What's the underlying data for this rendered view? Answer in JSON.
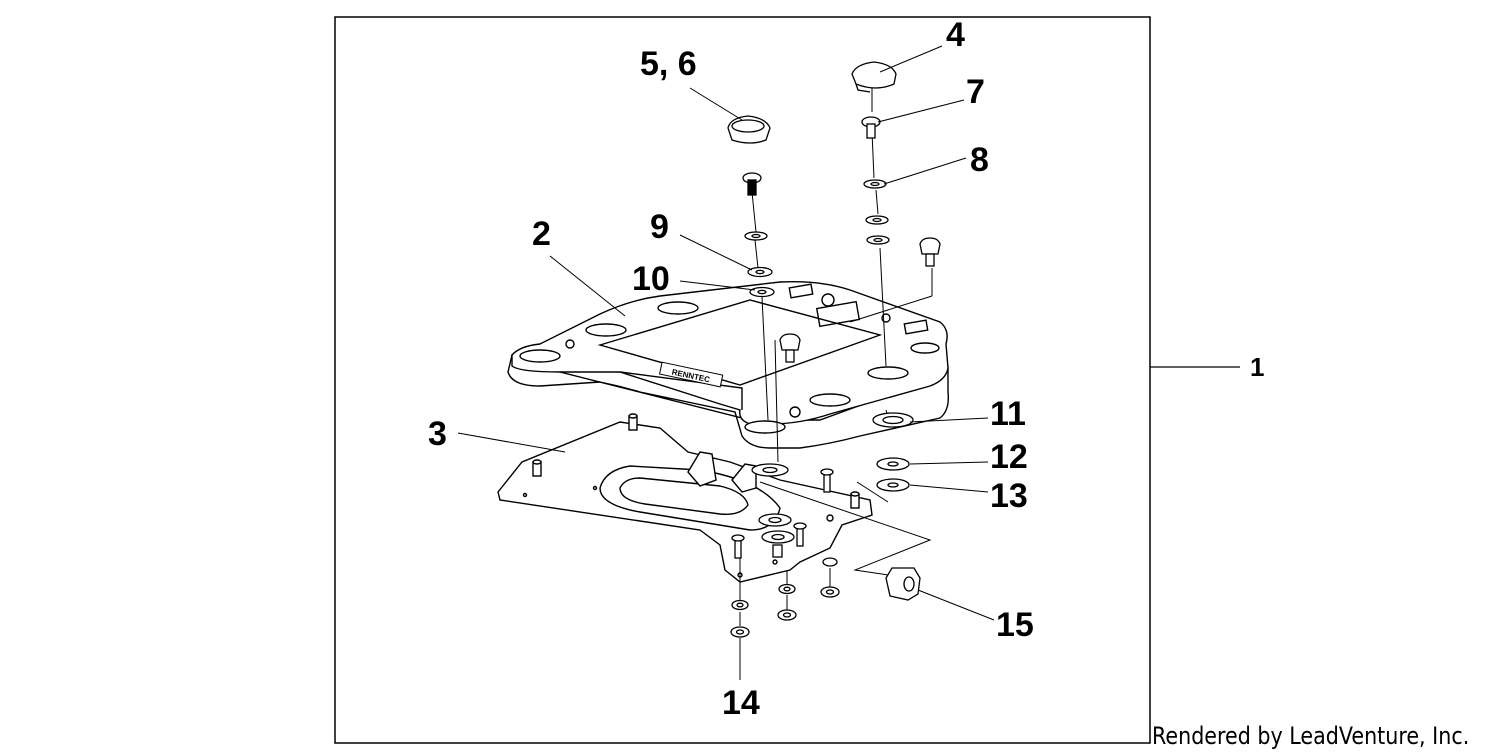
{
  "diagram": {
    "callouts": {
      "c1": "1",
      "c2": "2",
      "c3": "3",
      "c4": "4",
      "c56": "5, 6",
      "c7": "7",
      "c8": "8",
      "c9": "9",
      "c10": "10",
      "c11": "11",
      "c12": "12",
      "c13": "13",
      "c14": "14",
      "c15": "15"
    },
    "rack_brand_label": "RENNTEC",
    "colors": {
      "ink": "#000000",
      "background": "#ffffff"
    }
  },
  "credit": "Rendered by LeadVenture, Inc."
}
